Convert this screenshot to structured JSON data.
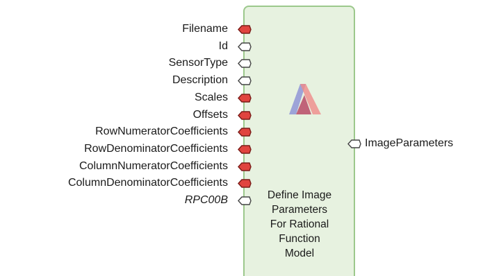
{
  "node": {
    "title": "Define Image\nParameters\nFor Rational\nFunction\nModel",
    "icon": "tool-logo-icon",
    "colors": {
      "body": "#e7f2e0",
      "border": "#9cc88c",
      "required_pin": "#e0443f",
      "optional_pin": "#ffffff"
    }
  },
  "inputs": [
    {
      "label": "Filename",
      "required": true,
      "italic": false
    },
    {
      "label": "Id",
      "required": false,
      "italic": false
    },
    {
      "label": "SensorType",
      "required": false,
      "italic": false
    },
    {
      "label": "Description",
      "required": false,
      "italic": false
    },
    {
      "label": "Scales",
      "required": true,
      "italic": false
    },
    {
      "label": "Offsets",
      "required": true,
      "italic": false
    },
    {
      "label": "RowNumeratorCoefficients",
      "required": true,
      "italic": false
    },
    {
      "label": "RowDenominatorCoefficients",
      "required": true,
      "italic": false
    },
    {
      "label": "ColumnNumeratorCoefficients",
      "required": true,
      "italic": false
    },
    {
      "label": "ColumnDenominatorCoefficients",
      "required": true,
      "italic": false
    },
    {
      "label": "RPC00B",
      "required": false,
      "italic": true
    }
  ],
  "outputs": [
    {
      "label": "ImageParameters",
      "required": false
    }
  ]
}
